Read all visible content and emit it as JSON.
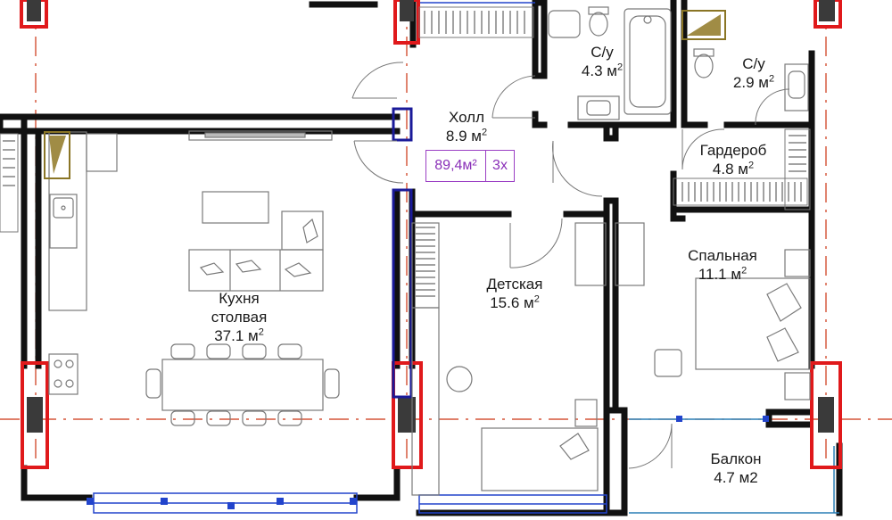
{
  "colors": {
    "wall": "#111111",
    "axis": "#cc3311",
    "column_frame": "#e0191b",
    "column_fill": "#3a3a3a",
    "blue_frame": "#1a1a99",
    "window": "#2244cc",
    "balcony_line": "#2a7fb5",
    "badge": "#9b3fc4",
    "furniture": "#7a7a7a",
    "fixture_gold": "#8a7525"
  },
  "rooms": [
    {
      "id": "hall",
      "name": "Холл",
      "area": "8.9 м",
      "sup": "2"
    },
    {
      "id": "bath1",
      "name": "С/у",
      "area": "4.3 м",
      "sup": "2"
    },
    {
      "id": "bath2",
      "name": "С/у",
      "area": "2.9 м",
      "sup": "2"
    },
    {
      "id": "wardrobe",
      "name": "Гардероб",
      "area": "4.8 м",
      "sup": "2"
    },
    {
      "id": "bedroom",
      "name": "Спальная",
      "area": "11.1 м",
      "sup": "2"
    },
    {
      "id": "kids",
      "name": "Детская",
      "area": "15.6 м",
      "sup": "2"
    },
    {
      "id": "kitchen",
      "name": "Кухня",
      "name2": "столвая",
      "area": "37.1 м",
      "sup": "2"
    },
    {
      "id": "balcony",
      "name": "Балкон",
      "area": "4.7 м2",
      "sup": ""
    }
  ],
  "summary": {
    "total_area": "89,4м²",
    "rooms_count": "3х"
  },
  "icons": [
    "sofa-icon",
    "dining-table-icon",
    "bed-icon",
    "bathtub-icon",
    "toilet-icon",
    "sink-icon",
    "stove-icon",
    "washer-icon",
    "wardrobe-rack-icon",
    "door-icon",
    "column-icon"
  ]
}
